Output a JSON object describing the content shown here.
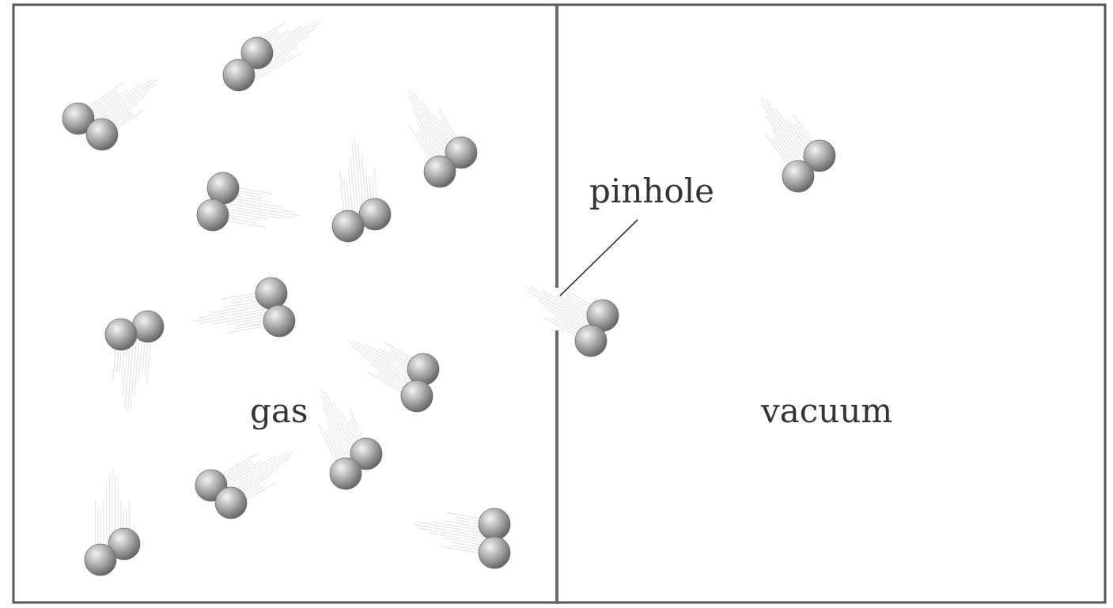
{
  "labels": {
    "gas": "gas",
    "vacuum": "vacuum",
    "pinhole": "pinhole"
  },
  "colors": {
    "frame": "#555555",
    "divider": "#6a6a6a",
    "atom_light": "#f2f2f2",
    "atom_mid": "#a8a8a8",
    "atom_dark": "#5e5e5e",
    "trail": "#c8c8c8"
  }
}
